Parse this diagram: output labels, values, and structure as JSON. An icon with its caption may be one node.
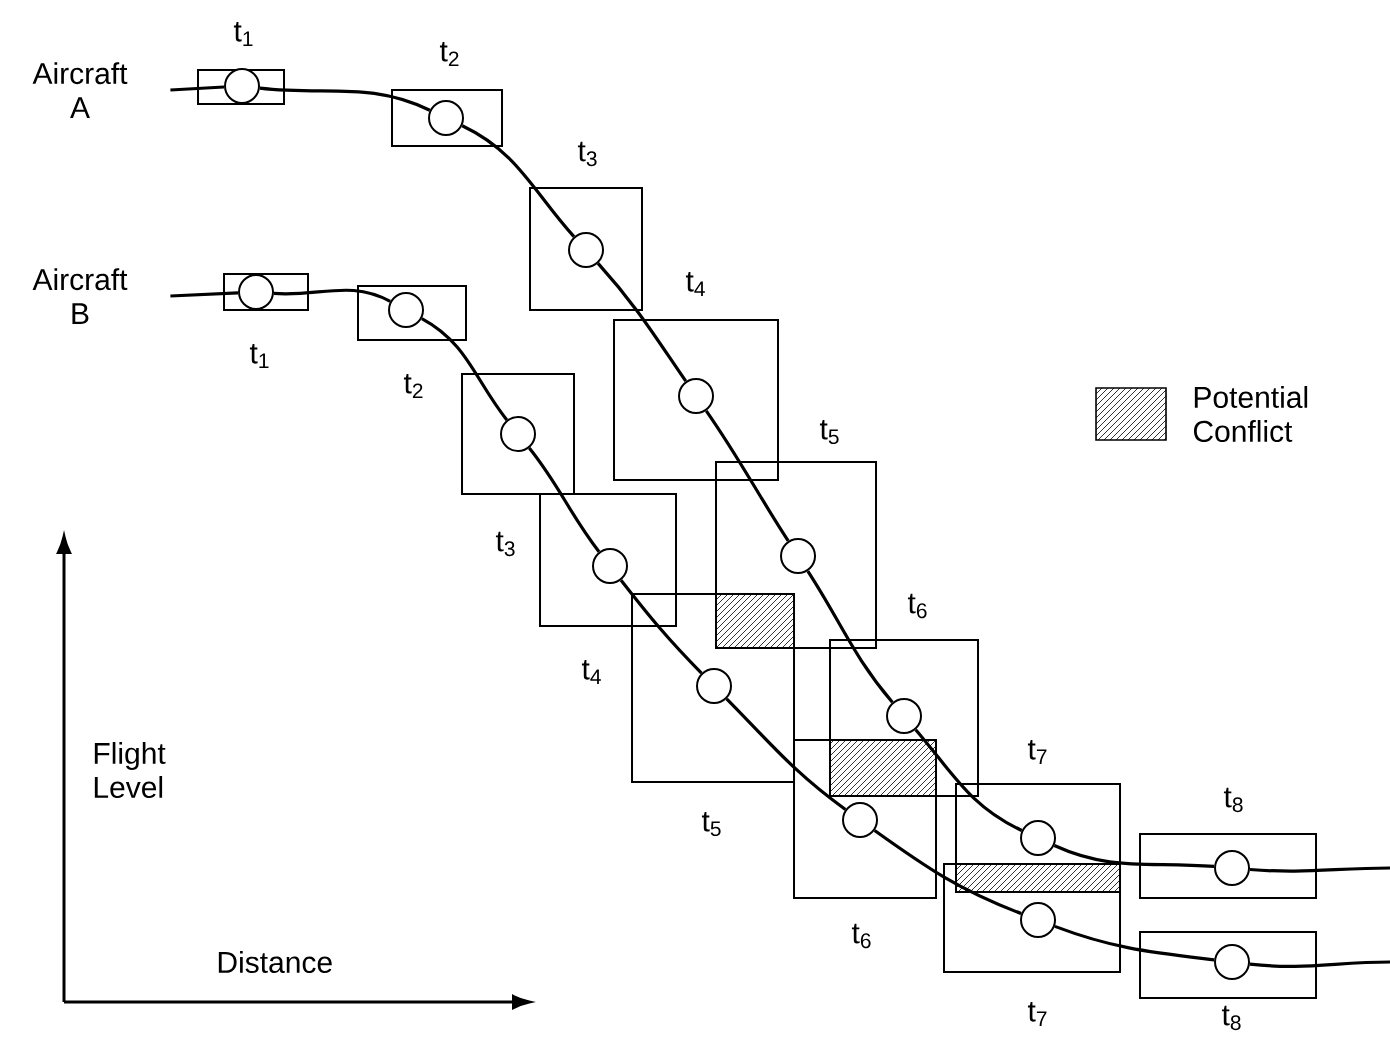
{
  "diagram": {
    "nodes": [
      {
        "text": [
          "Aircraft A"
        ]
      },
      {
        "text": [
          "Aircraft B"
        ]
      },
      {
        "text": [
          "t$_{1}$"
        ]
      },
      {
        "text": [],
        "shape": "circle",
        "in": 2
      },
      {
        "text": [
          "t$_{2}$"
        ]
      },
      {
        "text": [],
        "shape": "circle",
        "in": 4
      },
      {
        "text": [
          "t$_{3}$"
        ]
      },
      {
        "text": [],
        "shape": "circle",
        "in": 6
      },
      {
        "text": [
          "t$_{4}$"
        ]
      },
      {
        "text": [],
        "shape": "circle",
        "in": 8
      },
      {
        "text": [
          "t$_{5}$"
        ]
      },
      {
        "text": [],
        "shape": "circle",
        "in": 10
      },
      {
        "text": [
          "t$_{6}$"
        ]
      },
      {
        "text": [],
        "shape": "circle",
        "in": 12
      },
      {
        "text": [
          "t$_{7}$"
        ]
      },
      {
        "text": [],
        "shape": "circle",
        "in": 14
      },
      {
        "text": [
          "t$_{8}$"
        ]
      },
      {
        "text": [],
        "shape": "circle",
        "in": 16
      },
      {
        "text": [
          "t$_{1}$"
        ]
      },
      {
        "text": [],
        "shape": "circle",
        "in": 18
      },
      {
        "text": [
          "t$_{2}$"
        ]
      },
      {
        "text": [],
        "shape": "circle",
        "in": 20
      },
      {
        "text": [
          "t$_{3}$"
        ]
      },
      {
        "text": [],
        "shape": "circle",
        "in": 22
      },
      {
        "text": [
          "t$_{4}$"
        ]
      },
      {
        "text": [],
        "shape": "circle",
        "in": 24
      },
      {
        "text": [
          "t$_{5}$"
        ]
      },
      {
        "text": [],
        "shape": "circle",
        "in": 26
      },
      {
        "text": [
          "t$_{6}$"
        ]
      },
      {
        "text": [],
        "shape": "circle",
        "in": 28
      },
      {
        "text": [
          "t$_{7}$"
        ]
      },
      {
        "text": [],
        "shape": "circle",
        "in": 30
      },
      {
        "text": [
          "t$_{8}$"
        ]
      },
      {
        "text": [],
        "shape": "circle",
        "in": 32
      }
    ],
    "edges": [
      {
        "from": 0,
        "to": 3,
        "arrow": "none"
      },
      {
        "from": 3,
        "to": 5,
        "arrow": "none"
      },
      {
        "from": 5,
        "to": 7,
        "arrow": "none"
      },
      {
        "from": 7,
        "to": 9,
        "arrow": "none"
      },
      {
        "from": 9,
        "to": 11,
        "arrow": "none"
      },
      {
        "from": 11,
        "to": 13,
        "arrow": "none"
      },
      {
        "from": 13,
        "to": 15,
        "arrow": "none"
      },
      {
        "from": 15,
        "to": 17,
        "arrow": "none"
      },
      {
        "from": 17,
        "to": null,
        "arrow": "none"
      },
      {
        "from": 1,
        "to": 19,
        "arrow": "none"
      },
      {
        "from": 19,
        "to": 21,
        "arrow": "none"
      },
      {
        "from": 21,
        "to": 23,
        "arrow": "none"
      },
      {
        "from": 23,
        "to": 25,
        "arrow": "none"
      },
      {
        "from": 25,
        "to": 27,
        "arrow": "none"
      },
      {
        "from": 27,
        "to": 29,
        "arrow": "none"
      },
      {
        "from": 29,
        "to": 31,
        "arrow": "none"
      },
      {
        "from": 31,
        "to": 33,
        "arrow": "none"
      },
      {
        "from": 33,
        "to": null,
        "arrow": "none"
      }
    ],
    "labels": [
      "Flight Level",
      "Distance"
    ],
    "legend": [
      {
        "text": "Potential Conflict"
      }
    ]
  }
}
